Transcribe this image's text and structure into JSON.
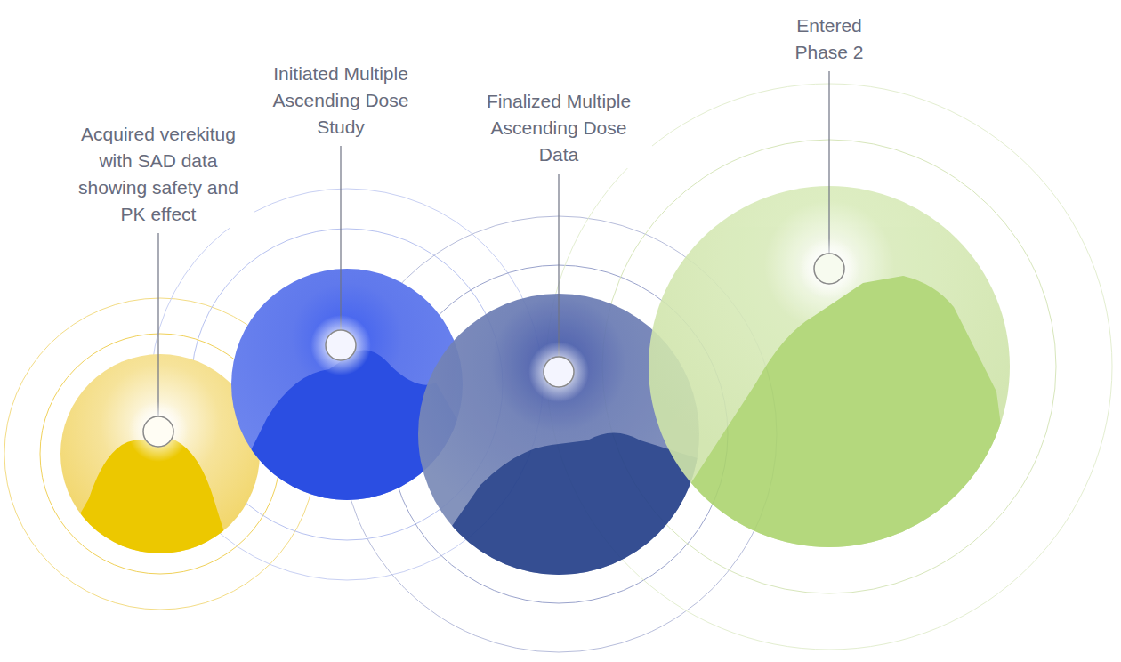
{
  "diagram": {
    "labels": [
      "Acquired verekitug with SAD data showing safety and PK effect",
      "Initiated Multiple Ascending Dose Study",
      "Finalized Multiple Ascending Dose Data",
      "Entered Phase 2"
    ]
  }
}
